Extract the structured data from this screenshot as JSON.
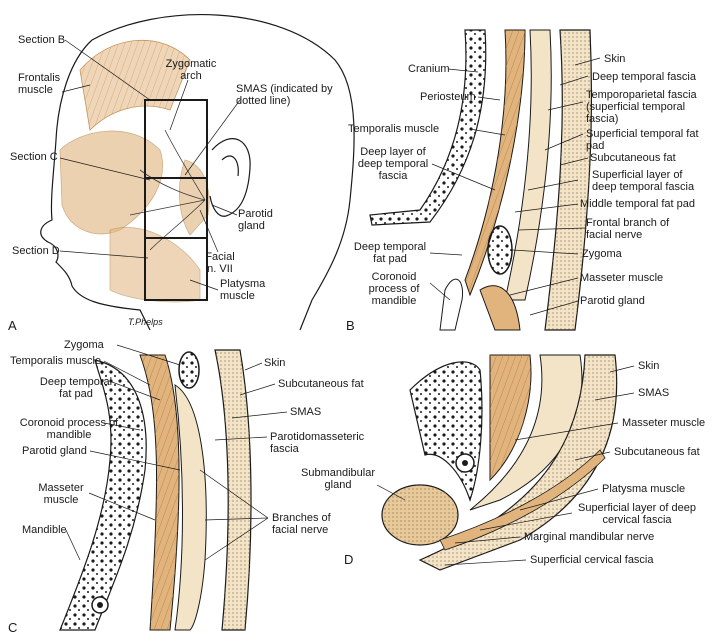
{
  "colors": {
    "muscle": "#e1b47e",
    "muscle_dark": "#c48a48",
    "fat": "#f3e4c7",
    "line": "#1a1a1a",
    "background": "#ffffff"
  },
  "panels": {
    "a": {
      "letter": "A",
      "section_b": "Section B",
      "frontalis": "Frontalis muscle",
      "zygomatic_arch": "Zygomatic arch",
      "smas": "SMAS (indicated by dotted line)",
      "section_c": "Section C",
      "parotid_gland": "Parotid gland",
      "section_d": "Section D",
      "facial_nerve": "Facial n. VII",
      "platysma": "Platysma muscle",
      "signature": "T.Phelps"
    },
    "b": {
      "letter": "B",
      "cranium": "Cranium",
      "periosteum": "Periosteum",
      "temporalis": "Temporalis muscle",
      "deep_layer": "Deep layer of deep temporal fascia",
      "deep_fat_pad": "Deep temporal fat pad",
      "coronoid": "Coronoid process of mandible",
      "skin": "Skin",
      "deep_temporal_fascia": "Deep temporal fascia",
      "temporoparietal": "Temporoparietal fascia (superficial temporal fascia)",
      "superficial_fat_pad": "Superficial temporal fat pad",
      "subcutaneous_fat": "Subcutaneous fat",
      "superficial_layer": "Superficial layer of deep temporal fascia",
      "middle_fat_pad": "Middle temporal fat pad",
      "frontal_branch": "Frontal branch of facial nerve",
      "zygoma": "Zygoma",
      "masseter": "Masseter muscle",
      "parotid": "Parotid gland"
    },
    "c": {
      "letter": "C",
      "zygoma": "Zygoma",
      "temporalis": "Temporalis muscle",
      "deep_fat_pad": "Deep temporal fat pad",
      "coronoid": "Coronoid process of mandible",
      "parotid": "Parotid gland",
      "masseter": "Masseter muscle",
      "mandible": "Mandible",
      "skin": "Skin",
      "subcutaneous_fat": "Subcutaneous fat",
      "smas": "SMAS",
      "parotidomasseteric": "Parotidomasseteric fascia",
      "branches": "Branches of facial nerve"
    },
    "d": {
      "letter": "D",
      "skin": "Skin",
      "smas": "SMAS",
      "masseter": "Masseter muscle",
      "subcutaneous_fat": "Subcutaneous fat",
      "submandibular": "Submandibular gland",
      "platysma": "Platysma muscle",
      "superficial_layer": "Superficial layer of deep cervical fascia",
      "marginal_nerve": "Marginal mandibular nerve",
      "superficial_cervical": "Superficial cervical fascia"
    }
  }
}
